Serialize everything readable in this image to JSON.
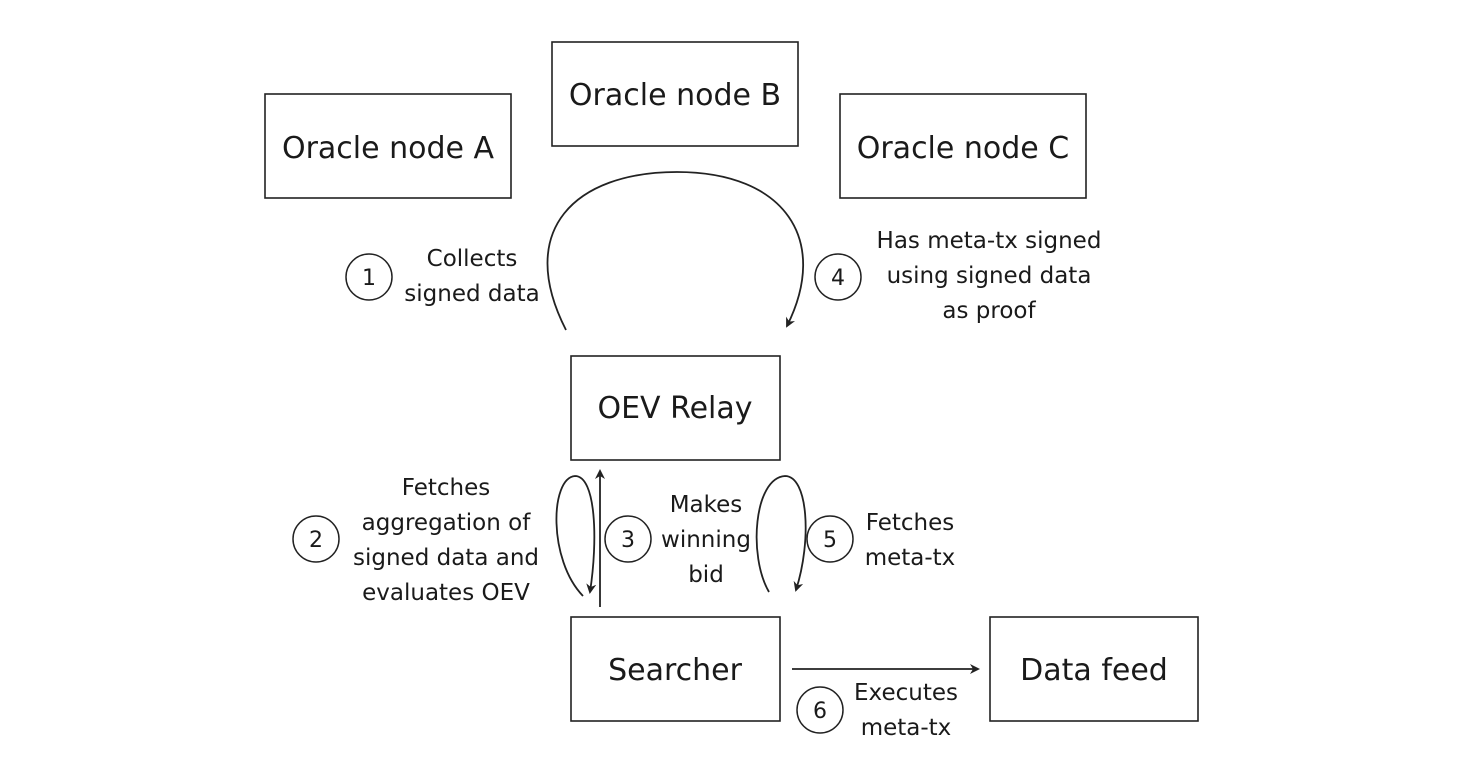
{
  "nodes": {
    "oracle_a": "Oracle node A",
    "oracle_b": "Oracle node B",
    "oracle_c": "Oracle node C",
    "relay": "OEV Relay",
    "searcher": "Searcher",
    "data_feed": "Data feed"
  },
  "steps": [
    {
      "number": "1",
      "lines": [
        "Collects",
        "signed data"
      ]
    },
    {
      "number": "2",
      "lines": [
        "Fetches",
        "aggregation of",
        "signed data and",
        "evaluates OEV"
      ]
    },
    {
      "number": "3",
      "lines": [
        "Makes",
        "winning",
        "bid"
      ]
    },
    {
      "number": "4",
      "lines": [
        "Has meta-tx signed",
        "using signed data",
        "as proof"
      ]
    },
    {
      "number": "5",
      "lines": [
        "Fetches",
        "meta-tx"
      ]
    },
    {
      "number": "6",
      "lines": [
        "Executes",
        "meta-tx"
      ]
    }
  ]
}
